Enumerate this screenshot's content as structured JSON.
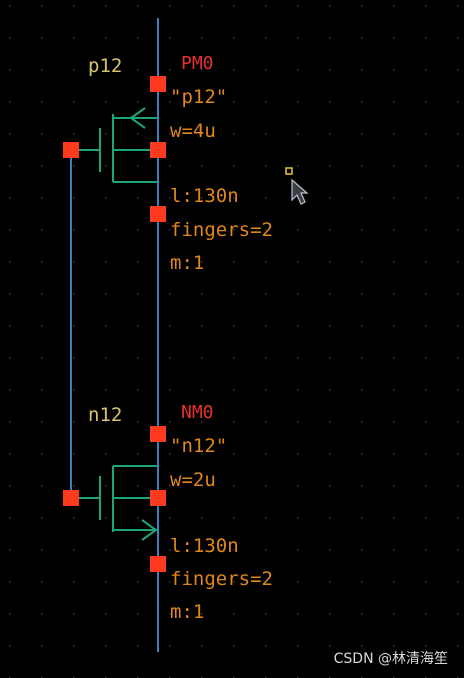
{
  "colors": {
    "background": "#000000",
    "wire": "#3e7fc0",
    "device": "#1fa37a",
    "pin": "#ff3b1f",
    "cell_label": "#d7c36a",
    "instance_label": "#e8322c",
    "property_label": "#e0861c",
    "cursor_marker": "#e8c23a"
  },
  "pmos": {
    "cell": "p12",
    "instance": "PM0",
    "model": "\"p12\"",
    "width": "w=4u",
    "length": "l:130n",
    "fingers": "fingers=2",
    "multiplier": "m:1"
  },
  "nmos": {
    "cell": "n12",
    "instance": "NM0",
    "model": "\"n12\"",
    "width": "w=2u",
    "length": "l:130n",
    "fingers": "fingers=2",
    "multiplier": "m:1"
  },
  "watermark": "CSDN @林清海笙",
  "icons": {
    "cursor": "mouse-pointer-icon",
    "snap_marker": "snap-point-icon"
  }
}
